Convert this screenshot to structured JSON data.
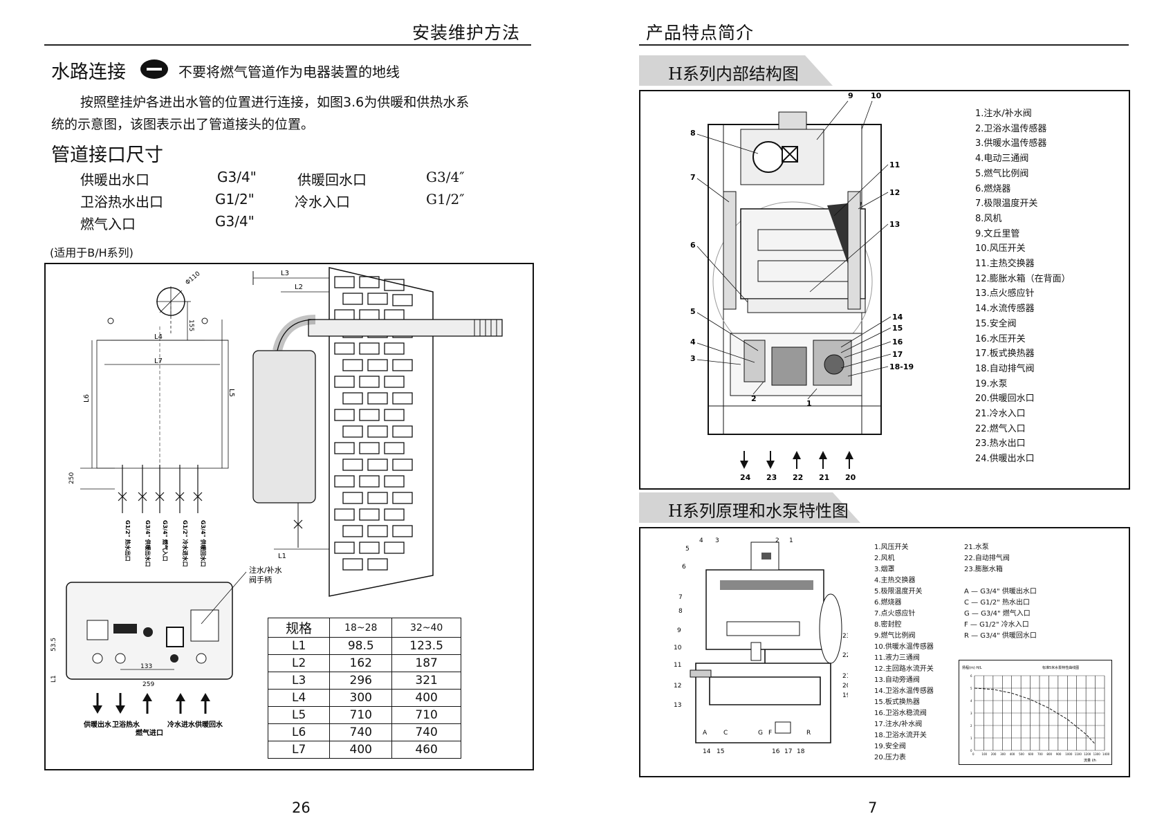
{
  "left_page": {
    "header": "安装维护方法",
    "section_title": "水路连接",
    "warning_text": "不要将燃气管道作为电器装置的地线",
    "intro_line1": "按照壁挂炉各进出水管的位置进行连接，如图3.6为供暖和供热水系",
    "intro_line2": "统的示意图，该图表示出了管道接头的位置。",
    "pipe_title": "管道接口尺寸",
    "pipes": [
      {
        "name": "供暖出水口",
        "size": "G3/4\""
      },
      {
        "name": "供暖回水口",
        "size": "G3/4″"
      },
      {
        "name": "卫浴热水出口",
        "size": "G1/2\""
      },
      {
        "name": "冷水入口",
        "size": "G1/2″"
      },
      {
        "name": "燃气入口",
        "size": "G3/4\""
      }
    ],
    "applicable": "(适用于B/H系列)",
    "diagram": {
      "diameter_label": "Φ110",
      "dim_155": "155",
      "dim_250": "250",
      "dim_535": "53.5",
      "dim_133": "133",
      "dim_259": "259",
      "labels": {
        "L1": "L1",
        "L2": "L2",
        "L3": "L3",
        "L4": "L4",
        "L5": "L5",
        "L6": "L6",
        "L7": "L7"
      },
      "vertical_labels": [
        "G1/2\" 热水出口",
        "G3/4\" 供暖出水口",
        "G3/4\" 燃气入口",
        "G1/2\" 冷水进水口",
        "G3/4\" 供暖回水口"
      ],
      "bottom_labels": [
        "供暖出水",
        "卫浴热水",
        "燃气进口",
        "冷水进水",
        "供暖回水"
      ],
      "valve_label_1": "注水/补水",
      "valve_label_2": "阀手柄"
    },
    "spec_table": {
      "header": [
        "规格",
        "18~28",
        "32~40"
      ],
      "rows": [
        [
          "L1",
          "98.5",
          "123.5"
        ],
        [
          "L2",
          "162",
          "187"
        ],
        [
          "L3",
          "296",
          "321"
        ],
        [
          "L4",
          "300",
          "400"
        ],
        [
          "L5",
          "710",
          "710"
        ],
        [
          "L6",
          "740",
          "740"
        ],
        [
          "L7",
          "400",
          "460"
        ]
      ]
    },
    "page_number": "26"
  },
  "right_page": {
    "header": "产品特点简介",
    "structure_title": "H系列内部结构图",
    "structure_legend": [
      "1.注水/补水阀",
      "2.卫浴水温传感器",
      "3.供暖水温传感器",
      "4.电动三通阀",
      "5.燃气比例阀",
      "6.燃烧器",
      "7.极限温度开关",
      "8.风机",
      "9.文丘里管",
      "10.风压开关",
      "11.主热交换器",
      "12.膨胀水箱（在背面）",
      "13.点火感应针",
      "14.水流传感器",
      "15.安全阀",
      "16.水压开关",
      "17.板式换热器",
      "18.自动排气阀",
      "19.水泵",
      "20.供暖回水口",
      "21.冷水入口",
      "22.燃气入口",
      "23.热水出口",
      "24.供暖出水口"
    ],
    "structure_callouts": [
      "9",
      "10",
      "8",
      "11",
      "12",
      "7",
      "13",
      "6",
      "5",
      "4",
      "3",
      "14",
      "15",
      "16",
      "17",
      "18-19",
      "2",
      "1"
    ],
    "structure_arrows": [
      {
        "label": "24",
        "dir": "down"
      },
      {
        "label": "23",
        "dir": "down"
      },
      {
        "label": "22",
        "dir": "up"
      },
      {
        "label": "21",
        "dir": "up"
      },
      {
        "label": "20",
        "dir": "up"
      }
    ],
    "principle_title": "H系列原理和水泵特性图",
    "principle_legend_col1": [
      "1.风压开关",
      "2.风机",
      "3.烟罩",
      "4.主热交换器",
      "5.极限温度开关",
      "6.燃烧器",
      "7.点火感应针",
      "8.密封腔",
      "9.燃气比例阀",
      "10.供暖水温传感器",
      "11.液力三通阀",
      "12.主回路水流开关",
      "13.自动旁通阀",
      "14.卫浴水温传感器",
      "15.板式换热器",
      "16.卫浴水稳流阀",
      "17.注水/补水阀",
      "18.卫浴水流开关",
      "19.安全阀",
      "20.压力表"
    ],
    "principle_legend_col2": [
      "21.水泵",
      "22.自动排气阀",
      "23.膨胀水箱"
    ],
    "principle_ports": [
      "A — G3/4\" 供暖出水口",
      "C — G1/2\" 热水出口",
      "G — G3/4\" 燃气入口",
      "F — G1/2\" 冷水入口",
      "R — G3/4\" 供暖回水口"
    ],
    "pump_chart_title": "标准5米水泵特性曲线图",
    "pump_chart_ylabel": "扬程(m) H/L",
    "pump_chart_xlabel": "流量 l/h",
    "page_number": "7"
  },
  "chart_data": {
    "type": "line",
    "title": "标准5米水泵特性曲线图",
    "xlabel": "流量 l/h",
    "ylabel": "扬程(m) H/L",
    "xlim": [
      0,
      1400
    ],
    "ylim": [
      0,
      6
    ],
    "x_ticks": [
      0,
      100,
      200,
      300,
      400,
      500,
      600,
      700,
      800,
      900,
      1000,
      1100,
      1200,
      1300,
      1400
    ],
    "y_ticks": [
      0,
      1,
      2,
      3,
      4,
      5,
      6
    ],
    "series": [
      {
        "x": [
          0,
          200,
          400,
          600,
          800,
          1000,
          1200,
          1300
        ],
        "values": [
          5.0,
          4.9,
          4.6,
          4.1,
          3.4,
          2.5,
          1.3,
          0.5
        ]
      }
    ],
    "grid": true
  }
}
